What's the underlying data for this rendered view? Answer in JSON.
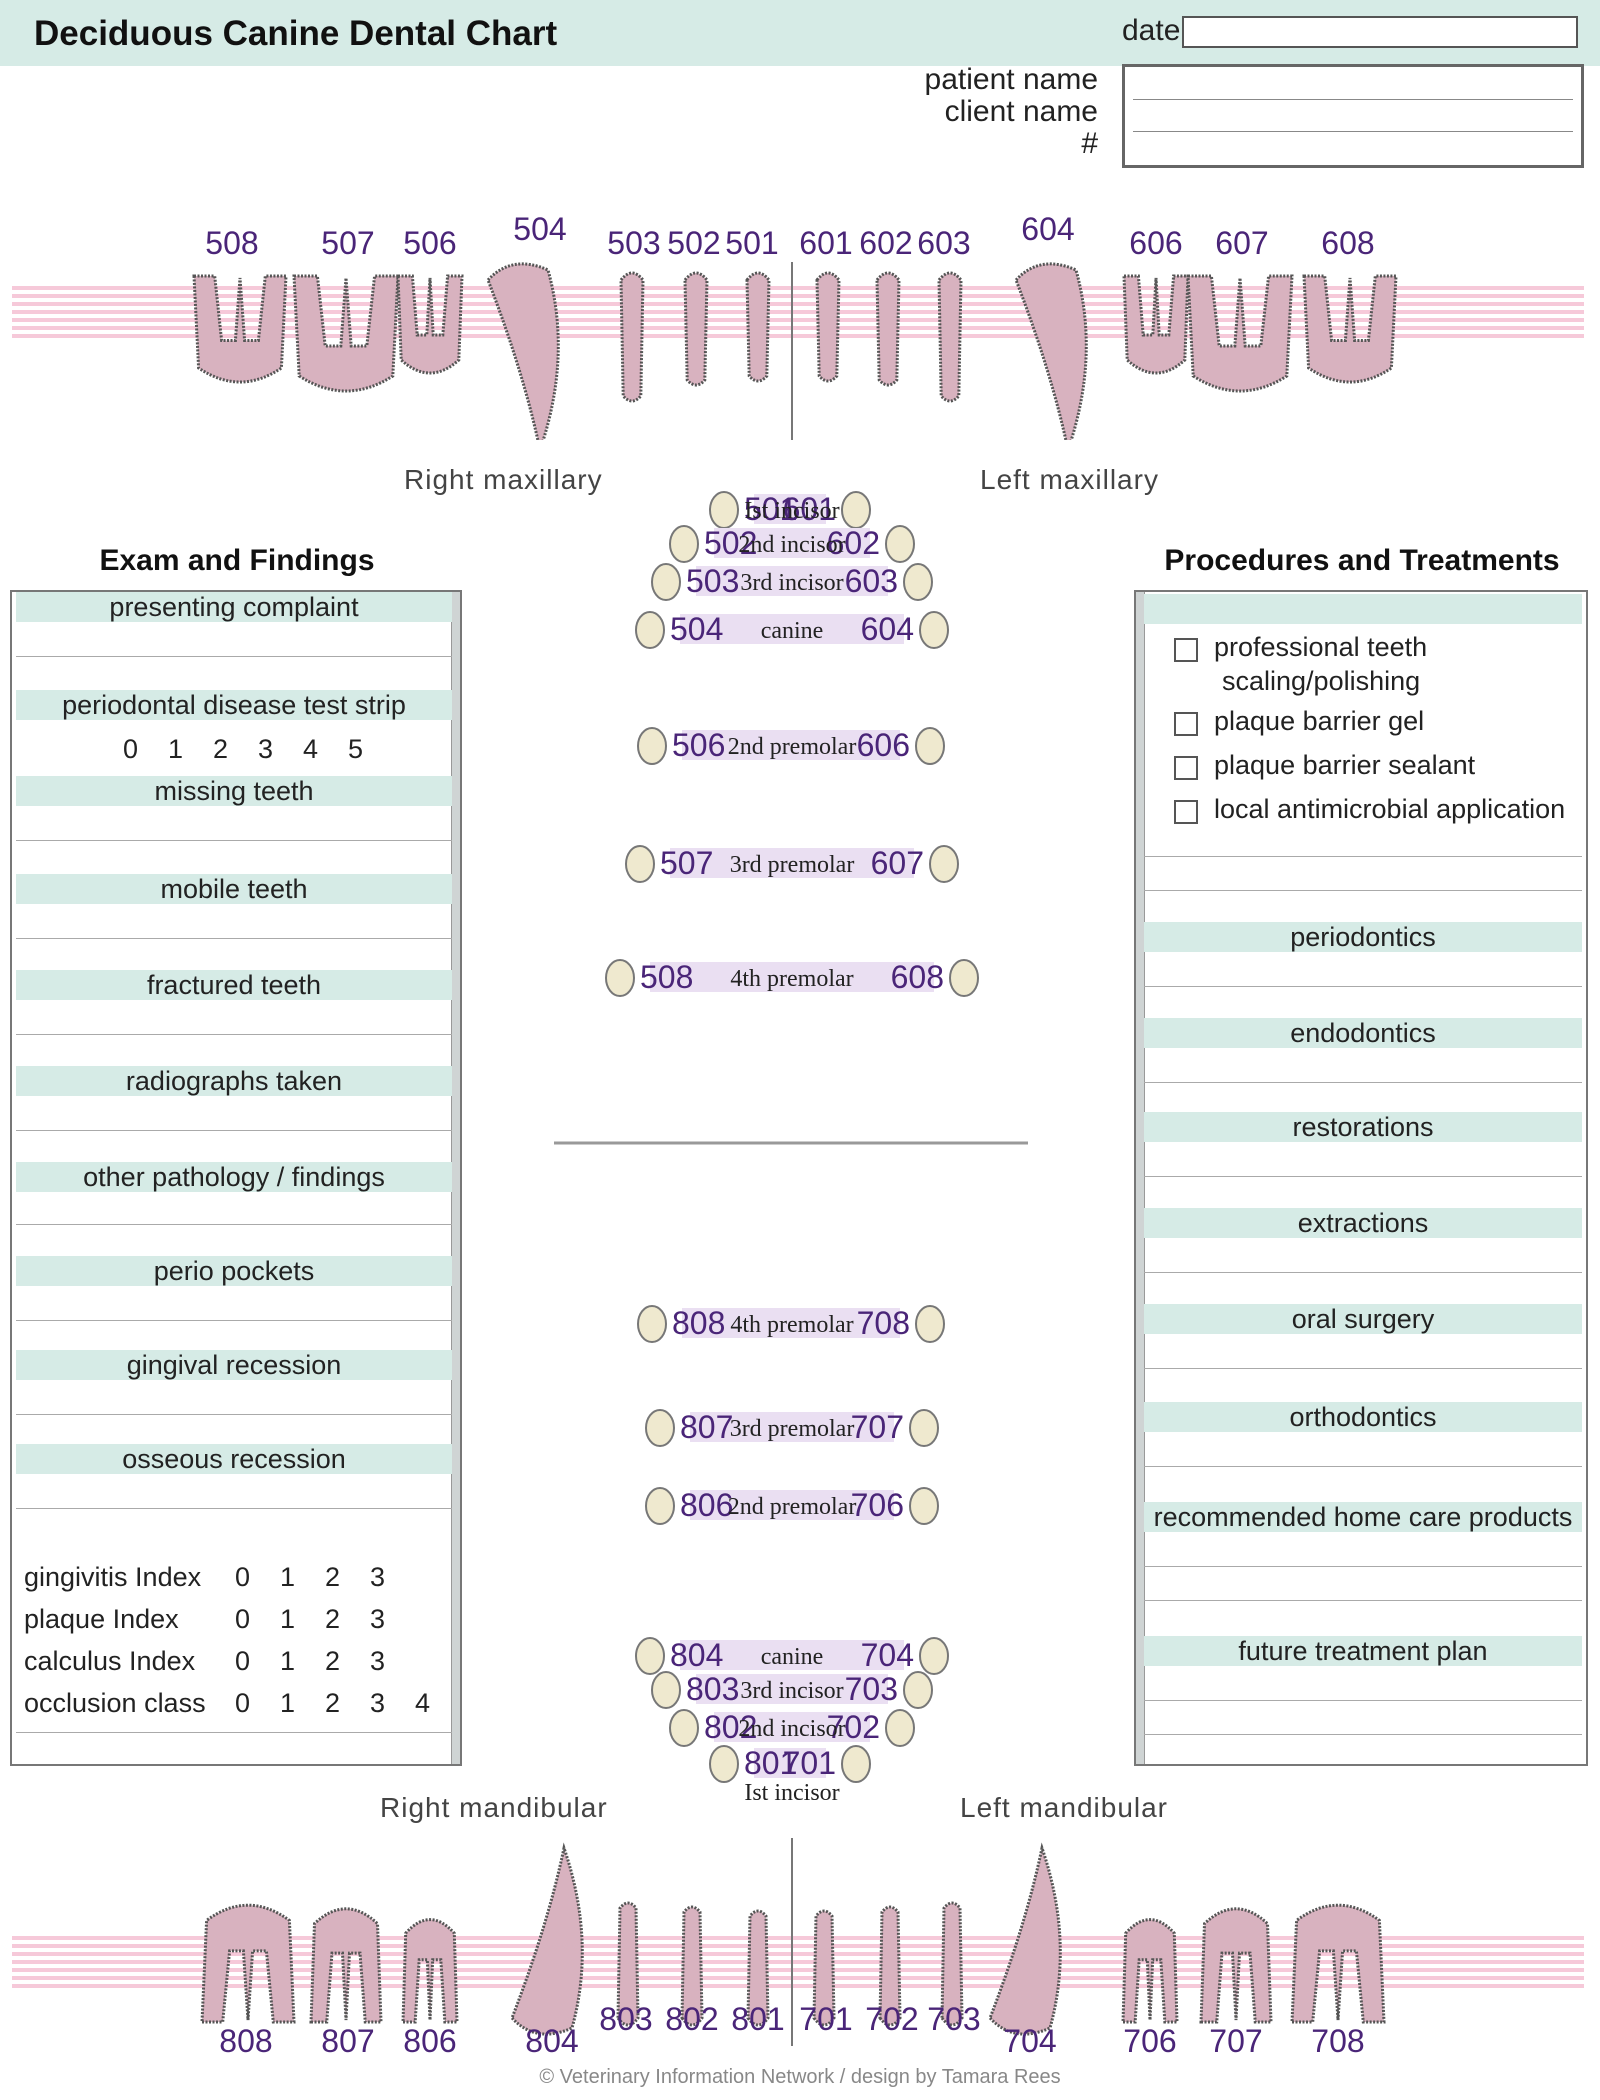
{
  "header": {
    "title": "Deciduous Canine Dental Chart",
    "date_label": "date",
    "patient_label": "patient name",
    "client_label": "client name",
    "number_label": "#"
  },
  "upper_arch": {
    "right_teeth": [
      "508",
      "507",
      "506",
      "504",
      "503",
      "502",
      "501"
    ],
    "left_teeth": [
      "601",
      "602",
      "603",
      "604",
      "606",
      "607",
      "608"
    ],
    "right_label": "Right maxillary",
    "left_label": "Left maxillary"
  },
  "lower_arch": {
    "right_teeth": [
      "808",
      "807",
      "806",
      "804",
      "803",
      "802",
      "801"
    ],
    "left_teeth": [
      "701",
      "702",
      "703",
      "704",
      "706",
      "707",
      "708"
    ],
    "right_label": "Right mandibular",
    "left_label": "Left mandibular"
  },
  "occlusal_upper": [
    {
      "left": "501",
      "name": "Ist incisor",
      "right": "601"
    },
    {
      "left": "502",
      "name": "2nd incisor",
      "right": "602"
    },
    {
      "left": "503",
      "name": "3rd incisor",
      "right": "603"
    },
    {
      "left": "504",
      "name": "canine",
      "right": "604"
    },
    {
      "left": "506",
      "name": "2nd premolar",
      "right": "606"
    },
    {
      "left": "507",
      "name": "3rd premolar",
      "right": "607"
    },
    {
      "left": "508",
      "name": "4th premolar",
      "right": "608"
    }
  ],
  "occlusal_lower": [
    {
      "left": "808",
      "name": "4th premolar",
      "right": "708"
    },
    {
      "left": "807",
      "name": "3rd premolar",
      "right": "707"
    },
    {
      "left": "806",
      "name": "2nd premolar",
      "right": "706"
    },
    {
      "left": "804",
      "name": "canine",
      "right": "704"
    },
    {
      "left": "803",
      "name": "3rd incisor",
      "right": "703"
    },
    {
      "left": "802",
      "name": "2nd incisor",
      "right": "702"
    },
    {
      "left": "801",
      "name": "",
      "right": "701"
    },
    {
      "left": "",
      "name": "Ist incisor",
      "right": ""
    }
  ],
  "exam": {
    "title": "Exam and Findings",
    "presenting_complaint": "presenting complaint",
    "test_strip": "periodontal disease test strip",
    "test_strip_scale": [
      "0",
      "1",
      "2",
      "3",
      "4",
      "5"
    ],
    "missing_teeth": "missing teeth",
    "mobile_teeth": "mobile teeth",
    "fractured_teeth": "fractured teeth",
    "radiographs_taken": "radiographs taken",
    "other_pathology": "other pathology / findings",
    "perio_pockets": "perio pockets",
    "gingival_recession": "gingival recession",
    "osseous_recession": "osseous recession",
    "indices": [
      {
        "label": "gingivitis Index",
        "scale": [
          "0",
          "1",
          "2",
          "3"
        ]
      },
      {
        "label": "plaque Index",
        "scale": [
          "0",
          "1",
          "2",
          "3"
        ]
      },
      {
        "label": "calculus Index",
        "scale": [
          "0",
          "1",
          "2",
          "3"
        ]
      },
      {
        "label": "occlusion class",
        "scale": [
          "0",
          "1",
          "2",
          "3",
          "4"
        ]
      }
    ]
  },
  "procedures": {
    "title": "Procedures and Treatments",
    "checklist": [
      "professional teeth",
      "scaling/polishing",
      "plaque barrier gel",
      "plaque barrier sealant",
      "local antimicrobial application"
    ],
    "periodontics": "periodontics",
    "endodontics": "endodontics",
    "restorations": "restorations",
    "extractions": "extractions",
    "oral_surgery": "oral surgery",
    "orthodontics": "orthodontics",
    "home_care": "recommended home care products",
    "future_plan": "future treatment plan"
  },
  "footer": "© Veterinary Information Network / design by Tamara Rees",
  "colors": {
    "header_band": "#d6ebe6",
    "tooth_number": "#4a2578",
    "pulp": "#d8b2bf",
    "gum_stripes": "#f6c9d9",
    "occlusal_band": "#eadff2"
  }
}
